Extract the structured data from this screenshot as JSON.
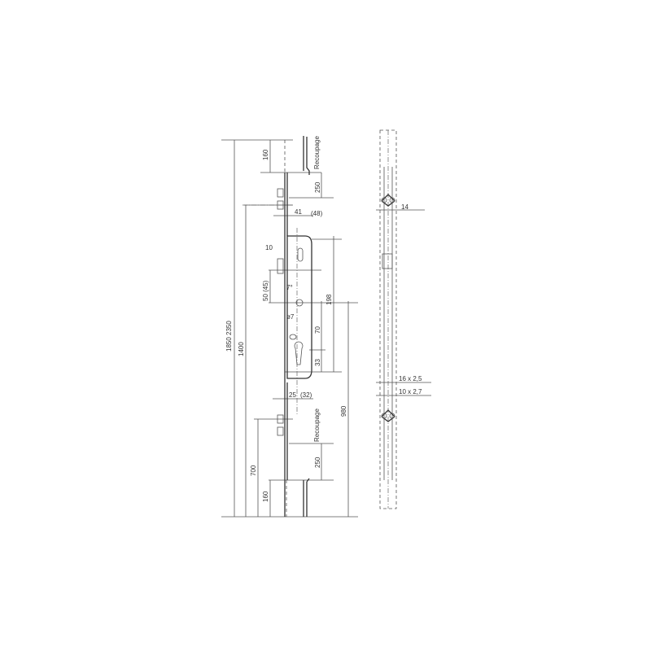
{
  "left_view": {
    "dims": {
      "overall": "1850  2350",
      "d1400": "1400",
      "d700": "700",
      "d160_top": "160",
      "d160_bottom": "160",
      "d250_top": "250",
      "d250_bottom": "250",
      "d41": "41",
      "d48": "(48)",
      "d10": "10",
      "d50": "50 (45)",
      "angle": "7°",
      "dia": "ø7",
      "d198": "198",
      "d70": "70",
      "d33": "33",
      "d25": "25",
      "d32": "(32)",
      "d980": "980"
    },
    "recoupage_top": "Recoupage",
    "recoupage_bottom": "Recoupage"
  },
  "right_view": {
    "d14": "14",
    "d16": "16 x 2,5",
    "d10": "10 x 2,7"
  }
}
